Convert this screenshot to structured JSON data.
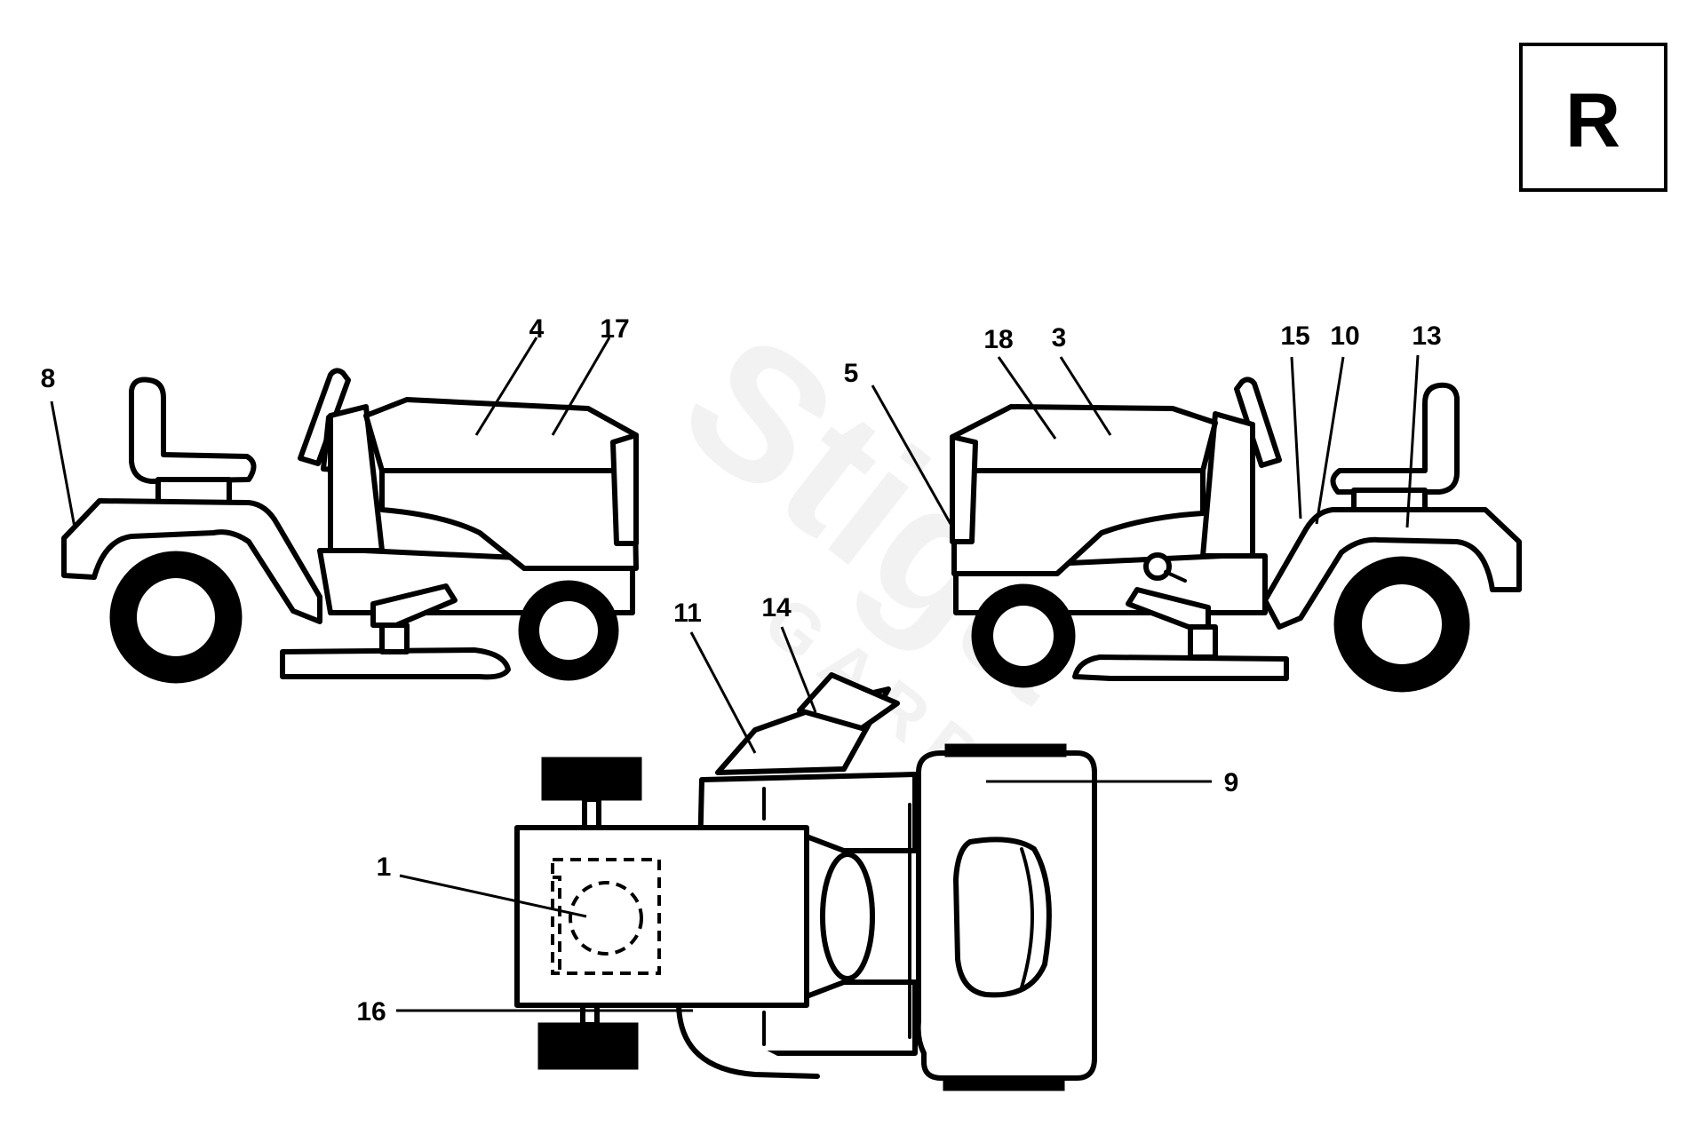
{
  "sheet_label": "R",
  "watermark": {
    "brand": "Stiga",
    "sub": "GARDEN"
  },
  "callouts": {
    "c1": "1",
    "c3": "3",
    "c4": "4",
    "c5": "5",
    "c8": "8",
    "c9": "9",
    "c10": "10",
    "c11": "11",
    "c13": "13",
    "c14": "14",
    "c15": "15",
    "c16": "16",
    "c17": "17",
    "c18": "18"
  }
}
